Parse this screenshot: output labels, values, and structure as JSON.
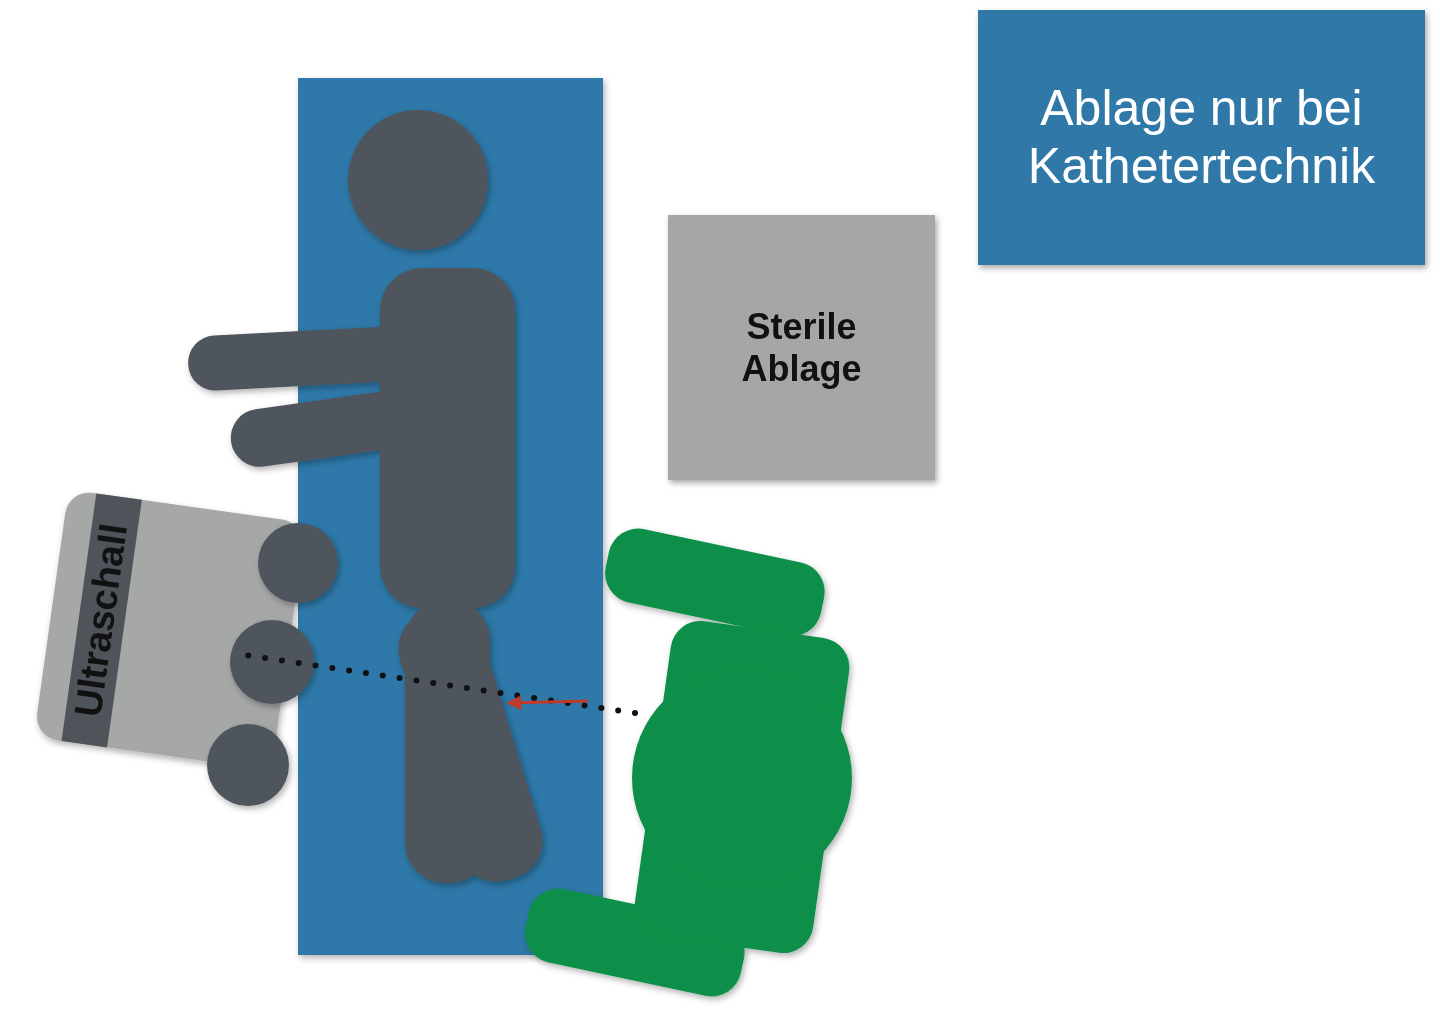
{
  "diagram": {
    "nodes": [
      {
        "text": [
          "Ablage nur bei Kathetertechnik"
        ]
      },
      {
        "text": [
          "Sterile Ablage"
        ]
      },
      {
        "text": [
          "Ultraschall"
        ]
      }
    ]
  }
}
